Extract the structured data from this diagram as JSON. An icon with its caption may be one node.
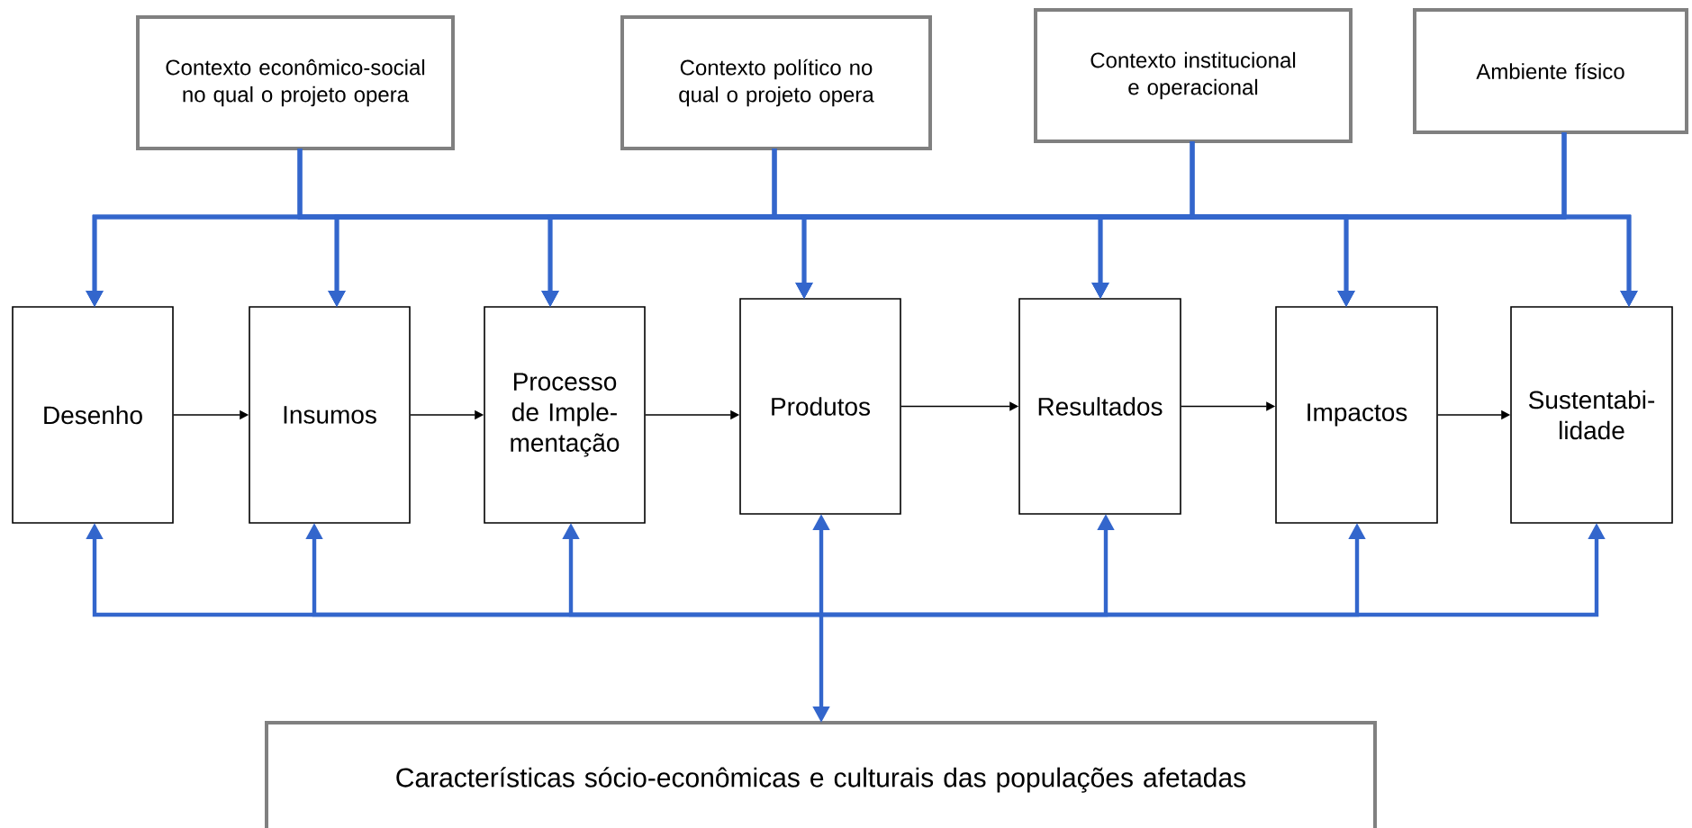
{
  "diagram": {
    "nodes": [
      {
        "text": [
          "Contexto econômico-social no qual o projeto opera"
        ]
      },
      {
        "text": [
          "Contexto político no qual o projeto opera"
        ]
      },
      {
        "text": [
          "Contexto institucional e operacional"
        ]
      },
      {
        "text": [
          "Ambiente físico"
        ]
      },
      {
        "text": [
          "Desenho"
        ]
      },
      {
        "text": [
          "Insumos"
        ]
      },
      {
        "text": [
          "Processo de Imple- mentação"
        ]
      },
      {
        "text": [
          "Produtos"
        ]
      },
      {
        "text": [
          "Resultados"
        ]
      },
      {
        "text": [
          "Impactos"
        ]
      },
      {
        "text": [
          "Sustentabi- lidade"
        ]
      },
      {
        "text": [
          "Características sócio-econômicas e culturais das populações afetadas"
        ]
      }
    ],
    "edges": [
      {
        "from": 4,
        "to": 5,
        "arrow": "to",
        "color": "#000000"
      },
      {
        "from": 5,
        "to": 6,
        "arrow": "to",
        "color": "#000000"
      },
      {
        "from": 6,
        "to": 7,
        "arrow": "to",
        "color": "#000000"
      },
      {
        "from": 7,
        "to": 8,
        "arrow": "to",
        "color": "#000000"
      },
      {
        "from": 8,
        "to": 9,
        "arrow": "to",
        "color": "#000000"
      },
      {
        "from": 9,
        "to": 10,
        "arrow": "to",
        "color": "#000000"
      },
      {
        "from": 0,
        "to": 4,
        "arrow": "to"
      },
      {
        "from": 0,
        "to": 5,
        "arrow": "to"
      },
      {
        "from": 0,
        "to": 6,
        "arrow": "to"
      },
      {
        "from": 0,
        "to": 7,
        "arrow": "to"
      },
      {
        "from": 0,
        "to": 8,
        "arrow": "to"
      },
      {
        "from": 0,
        "to": 9,
        "arrow": "to"
      },
      {
        "from": 0,
        "to": 10,
        "arrow": "to"
      },
      {
        "from": 1,
        "to": 4,
        "arrow": "to"
      },
      {
        "from": 1,
        "to": 5,
        "arrow": "to"
      },
      {
        "from": 1,
        "to": 6,
        "arrow": "to"
      },
      {
        "from": 1,
        "to": 7,
        "arrow": "to"
      },
      {
        "from": 1,
        "to": 8,
        "arrow": "to"
      },
      {
        "from": 1,
        "to": 9,
        "arrow": "to"
      },
      {
        "from": 1,
        "to": 10,
        "arrow": "to"
      },
      {
        "from": 2,
        "to": 4,
        "arrow": "to"
      },
      {
        "from": 2,
        "to": 5,
        "arrow": "to"
      },
      {
        "from": 2,
        "to": 6,
        "arrow": "to"
      },
      {
        "from": 2,
        "to": 7,
        "arrow": "to"
      },
      {
        "from": 2,
        "to": 8,
        "arrow": "to"
      },
      {
        "from": 2,
        "to": 9,
        "arrow": "to"
      },
      {
        "from": 2,
        "to": 10,
        "arrow": "to"
      },
      {
        "from": 3,
        "to": 4,
        "arrow": "to"
      },
      {
        "from": 3,
        "to": 5,
        "arrow": "to"
      },
      {
        "from": 3,
        "to": 6,
        "arrow": "to"
      },
      {
        "from": 3,
        "to": 7,
        "arrow": "to"
      },
      {
        "from": 3,
        "to": 8,
        "arrow": "to"
      },
      {
        "from": 3,
        "to": 9,
        "arrow": "to"
      },
      {
        "from": 3,
        "to": 10,
        "arrow": "to"
      },
      {
        "from": 4,
        "to": 11,
        "arrow": "both"
      },
      {
        "from": 5,
        "to": 11,
        "arrow": "both"
      },
      {
        "from": 6,
        "to": 11,
        "arrow": "both"
      },
      {
        "from": 7,
        "to": 11,
        "arrow": "both"
      },
      {
        "from": 8,
        "to": 11,
        "arrow": "both"
      },
      {
        "from": 9,
        "to": 11,
        "arrow": "both"
      },
      {
        "from": 10,
        "to": 11,
        "arrow": "both"
      }
    ]
  }
}
